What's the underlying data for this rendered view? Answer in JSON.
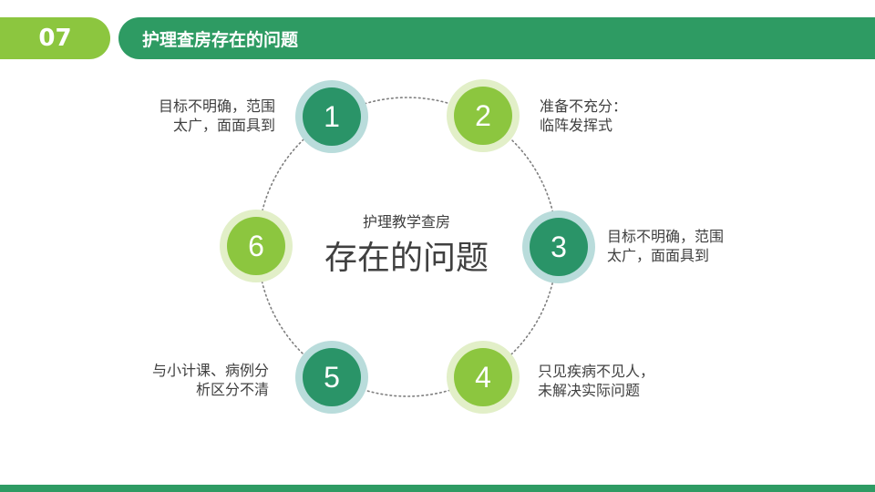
{
  "header": {
    "number": "07",
    "title": "护理查房存在的问题"
  },
  "center": {
    "subtitle": "护理教学查房",
    "title": "存在的问题"
  },
  "colors": {
    "dark_green": "#2a9468",
    "light_green": "#8cc63f",
    "header_green": "#2e9b63"
  },
  "nodes": [
    {
      "number": "1",
      "lines": [
        "目标不明确，范围",
        "太广，面面具到"
      ]
    },
    {
      "number": "2",
      "lines": [
        "准备不充分：",
        "临阵发挥式"
      ]
    },
    {
      "number": "3",
      "lines": [
        "目标不明确，范围",
        "太广，面面具到"
      ]
    },
    {
      "number": "4",
      "lines": [
        "只见疾病不见人，",
        "未解决实际问题"
      ]
    },
    {
      "number": "5",
      "lines": [
        "与小计课、病例分",
        "析区分不清"
      ]
    },
    {
      "number": "6",
      "lines": []
    }
  ]
}
